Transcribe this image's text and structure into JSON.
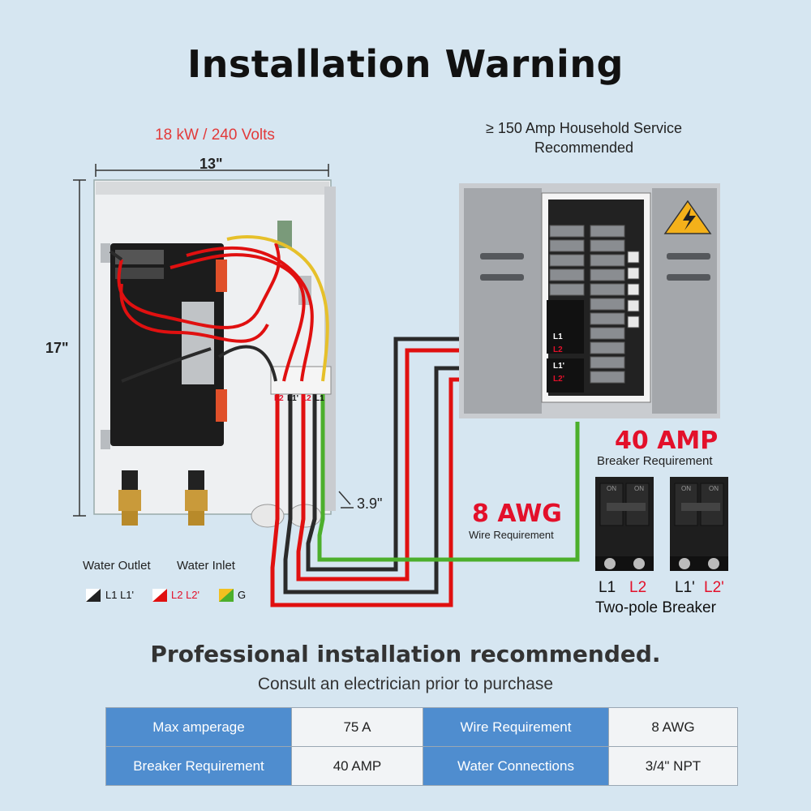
{
  "title": "Installation Warning",
  "heater": {
    "power_label": "18 kW / 240 Volts",
    "width_label": "13\"",
    "height_label": "17\"",
    "depth_label": "3.9\"",
    "terminal_labels": [
      "L2",
      "L1'",
      "L2",
      "L1"
    ],
    "water_outlet": "Water Outlet",
    "water_inlet": "Water Inlet"
  },
  "legend": {
    "black": "L1  L1'",
    "red": "L2  L2'",
    "ground": "G"
  },
  "panel": {
    "service_line1": "≥ 150 Amp Household Service",
    "service_line2": "Recommended",
    "slot_labels": [
      "L1",
      "L2",
      "L1'",
      "L2'"
    ]
  },
  "wire": {
    "gauge": "8 AWG",
    "caption": "Wire Requirement"
  },
  "breaker": {
    "amp": "40 AMP",
    "caption": "Breaker Requirement",
    "pole_labels": [
      "L1",
      "L2",
      "L1'",
      "L2'"
    ],
    "type": "Two-pole Breaker",
    "on_text": "ON"
  },
  "footer": {
    "headline": "Professional installation recommended.",
    "subline": "Consult an electrician prior to purchase"
  },
  "specs": [
    {
      "key1": "Max amperage",
      "val1": "75 A",
      "key2": "Wire Requirement",
      "val2": "8  AWG"
    },
    {
      "key1": "Breaker Requirement",
      "val1": "40 AMP",
      "key2": "Water Connections",
      "val2": "3/4\" NPT"
    }
  ],
  "colors": {
    "background": "#d6e6f1",
    "accent_red": "#e3102a",
    "table_header": "#4f8dcf",
    "wire_black": "#2a2a2a",
    "wire_red": "#e01010",
    "wire_ground": "#4caf2c"
  }
}
